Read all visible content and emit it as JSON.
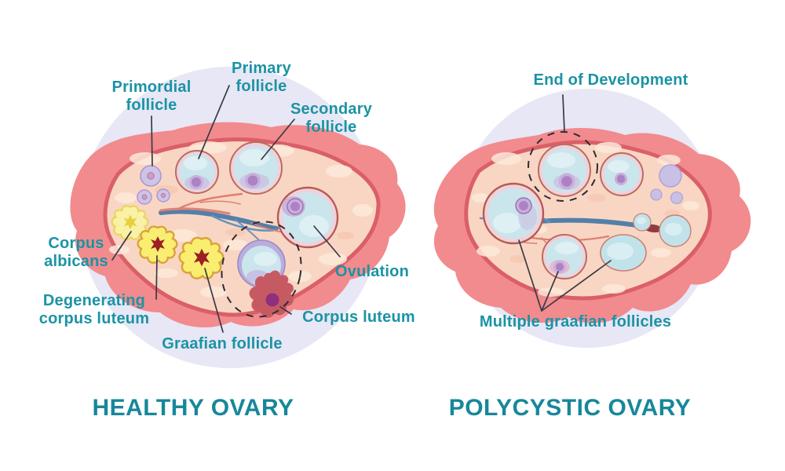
{
  "left": {
    "title": "HEALTHY OVARY",
    "labels": {
      "primordial": "Primordial\nfollicle",
      "primary": "Primary\nfollicle",
      "secondary": "Secondary\nfollicle",
      "corpus_albicans": "Corpus\nalbicans",
      "degenerating": "Degenerating\ncorpus luteum",
      "graafian": "Graafian follicle",
      "ovulation": "Ovulation",
      "corpus_luteum": "Corpus luteum"
    }
  },
  "right": {
    "title": "POLYCYSTIC OVARY",
    "labels": {
      "end_of_development": "End of Development",
      "multiple_graafian": "Multiple graafian follicles"
    }
  },
  "colors": {
    "label_teal": "#1b93a5",
    "title_teal": "#17879b",
    "ovary_outer_salmon": "#f28b8e",
    "ovary_rim_red": "#da5f68",
    "ovary_tissue": "#f9d6c3",
    "background_circle_lavender": "#e7e7f5",
    "follicle_fluid_blue": "#cbe5ec",
    "follicle_ring_pink": "#eed2db",
    "nucleus_purple": "#ab82c4",
    "corpus_luteum_yellow": "#f9ee70",
    "corpus_star_dark_red": "#9b1f24",
    "vessel_blue": "#6b93ba",
    "vessel_red": "#e07e72",
    "leader_line": "#3a3a44"
  }
}
